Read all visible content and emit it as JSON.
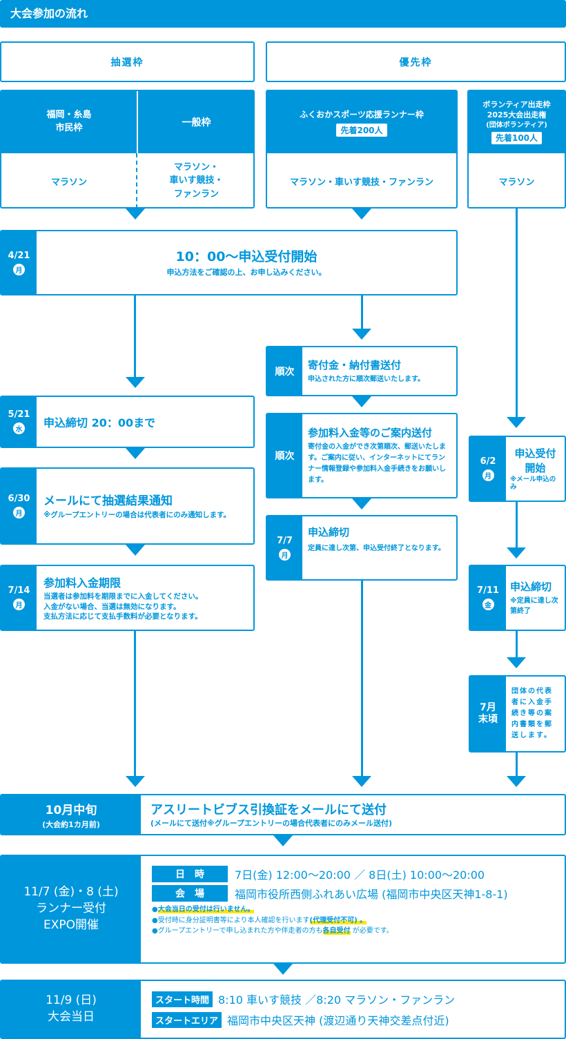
{
  "header": {
    "title": "大会参加の流れ"
  },
  "categories": {
    "lottery": "抽選枠",
    "priority": "優先枠"
  },
  "quotas": {
    "fukuoka_itoshima": {
      "head_lines": [
        "福岡・糸島",
        "市民枠"
      ],
      "events": "マラソン"
    },
    "general": {
      "head": "一般枠",
      "events_lines": [
        "マラソン・",
        "車いす競技・",
        "ファンラン"
      ]
    },
    "sports_support": {
      "head": "ふくおかスポーツ応援ランナー枠",
      "badge": "先着200人",
      "events": "マラソン・車いす競技・ファンラン"
    },
    "volunteer": {
      "head_lines": [
        "ボランティア出走枠",
        "2025大会出走権",
        "(団体ボランティア)"
      ],
      "badge": "先着100人",
      "events": "マラソン"
    }
  },
  "steps": {
    "application_start": {
      "date": "4/21",
      "day": "月",
      "title": "10：00〜申込受付開始",
      "note": "申込方法をご確認の上、お申し込みください。"
    },
    "lottery_deadline": {
      "date": "5/21",
      "day": "水",
      "title": "申込締切 20：00まで"
    },
    "lottery_result": {
      "date": "6/30",
      "day": "月",
      "title": "メールにて抽選結果通知",
      "note": "※グループエントリーの場合は代表者にのみ通知します。"
    },
    "payment_deadline": {
      "date": "7/14",
      "day": "月",
      "title": "参加料入金期限",
      "note_lines": [
        "当選者は参加料を期限までに入金してください。",
        "入金がない場合、当選は無効になります。",
        "支払方法に応じて支払手数料が必要となります。"
      ]
    },
    "donation_send": {
      "side": "順次",
      "title": "寄付金・納付書送付",
      "note": "申込された方に順次郵送いたします。"
    },
    "fee_guide": {
      "side": "順次",
      "title": "参加料入金等のご案内送付",
      "note": "寄付金の入金ができ次第順次、郵送いたします。ご案内に従い、インターネットにてランナー情報登録や参加料入金手続きをお願いします。"
    },
    "support_deadline": {
      "date": "7/7",
      "day": "月",
      "title": "申込締切",
      "note": "定員に達し次第、申込受付終了となります。"
    },
    "volunteer_start": {
      "date": "6/2",
      "day": "月",
      "title": "申込受付開始",
      "note": "※メール申込のみ"
    },
    "volunteer_deadline": {
      "date": "7/11",
      "day": "金",
      "title": "申込締切",
      "note": "※定員に達し次第終了"
    },
    "volunteer_docs": {
      "side_lines": [
        "7月",
        "末頃"
      ],
      "note": "団体の代表者に入金手続き等の案内書類を郵送します。"
    }
  },
  "bib": {
    "side_main": "10月中旬",
    "side_sub": "(大会約1カ月前)",
    "title": "アスリートビブス引換証をメールにて送付",
    "note": "(メールにて送付※グループエントリーの場合代表者にのみメール送付)"
  },
  "expo": {
    "side_lines": [
      "11/7 (金)・8 (土)",
      "ランナー受付",
      "EXPO開催"
    ],
    "datetime_label": "日　時",
    "datetime_value": "7日(金) 12:00〜20:00 ／ 8日(土) 10:00〜20:00",
    "venue_label": "会　場",
    "venue_value": "福岡市役所西側ふれあい広場 (福岡市中央区天神1-8-1)",
    "notes": {
      "n1_hl": "大会当日の受付は行いません。",
      "n2_pre": "受付時に身分証明書等により本人確認を行います",
      "n2_hl": "(代理受付不可) 。",
      "n3_pre": "グループエントリーで申し込まれた方や伴走者の方も",
      "n3_hl": "各自受付",
      "n3_post": " が必要です。",
      "bullet": "●"
    }
  },
  "race_day": {
    "side_lines": [
      "11/9 (日)",
      "大会当日"
    ],
    "start_time_label": "スタート時間",
    "start_time_value": "8:10 車いす競技 ／8:20 マラソン・ファンラン",
    "start_area_label": "スタートエリア",
    "start_area_value": "福岡市中央区天神 (渡辺通り天神交差点付近)"
  }
}
